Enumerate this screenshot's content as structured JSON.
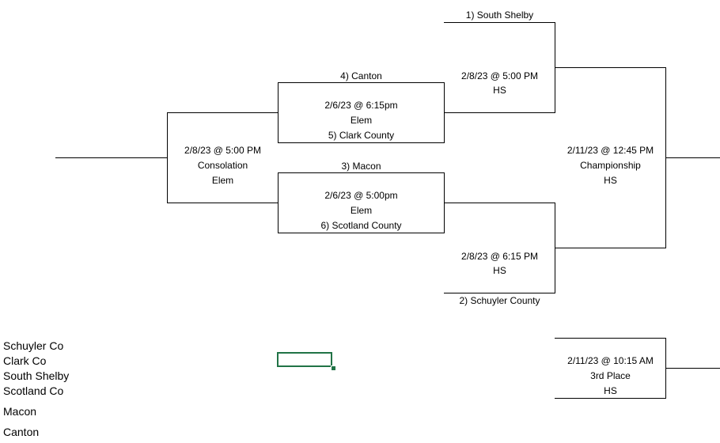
{
  "seeds": {
    "s1": "1) South Shelby",
    "s4": "4) Canton",
    "s3": "3)  Macon",
    "s2": "2)  Schuyler County",
    "s5": "5) Clark County",
    "s6": "6) Scotland County"
  },
  "games": {
    "g1": {
      "date": "2/6/23 @ 6:15pm",
      "site": "Elem"
    },
    "g2": {
      "date": "2/6/23 @ 5:00pm",
      "site": "Elem"
    },
    "g3": {
      "date": "2/8/23 @ 5:00 PM",
      "site": "HS"
    },
    "g4": {
      "date": "2/8/23 @ 6:15 PM",
      "site": "HS"
    },
    "consolation": {
      "date": "2/8/23 @ 5:00 PM",
      "name": "Consolation",
      "site": "Elem"
    },
    "championship": {
      "date": "2/11/23 @ 12:45 PM",
      "name": "Championship",
      "site": "HS"
    },
    "third": {
      "date": "2/11/23 @ 10:15 AM",
      "name": "3rd Place",
      "site": "HS"
    }
  },
  "team_list": [
    "Schuyler Co",
    "Clark Co",
    "South Shelby",
    "Scotland Co",
    "Macon",
    "Canton"
  ]
}
